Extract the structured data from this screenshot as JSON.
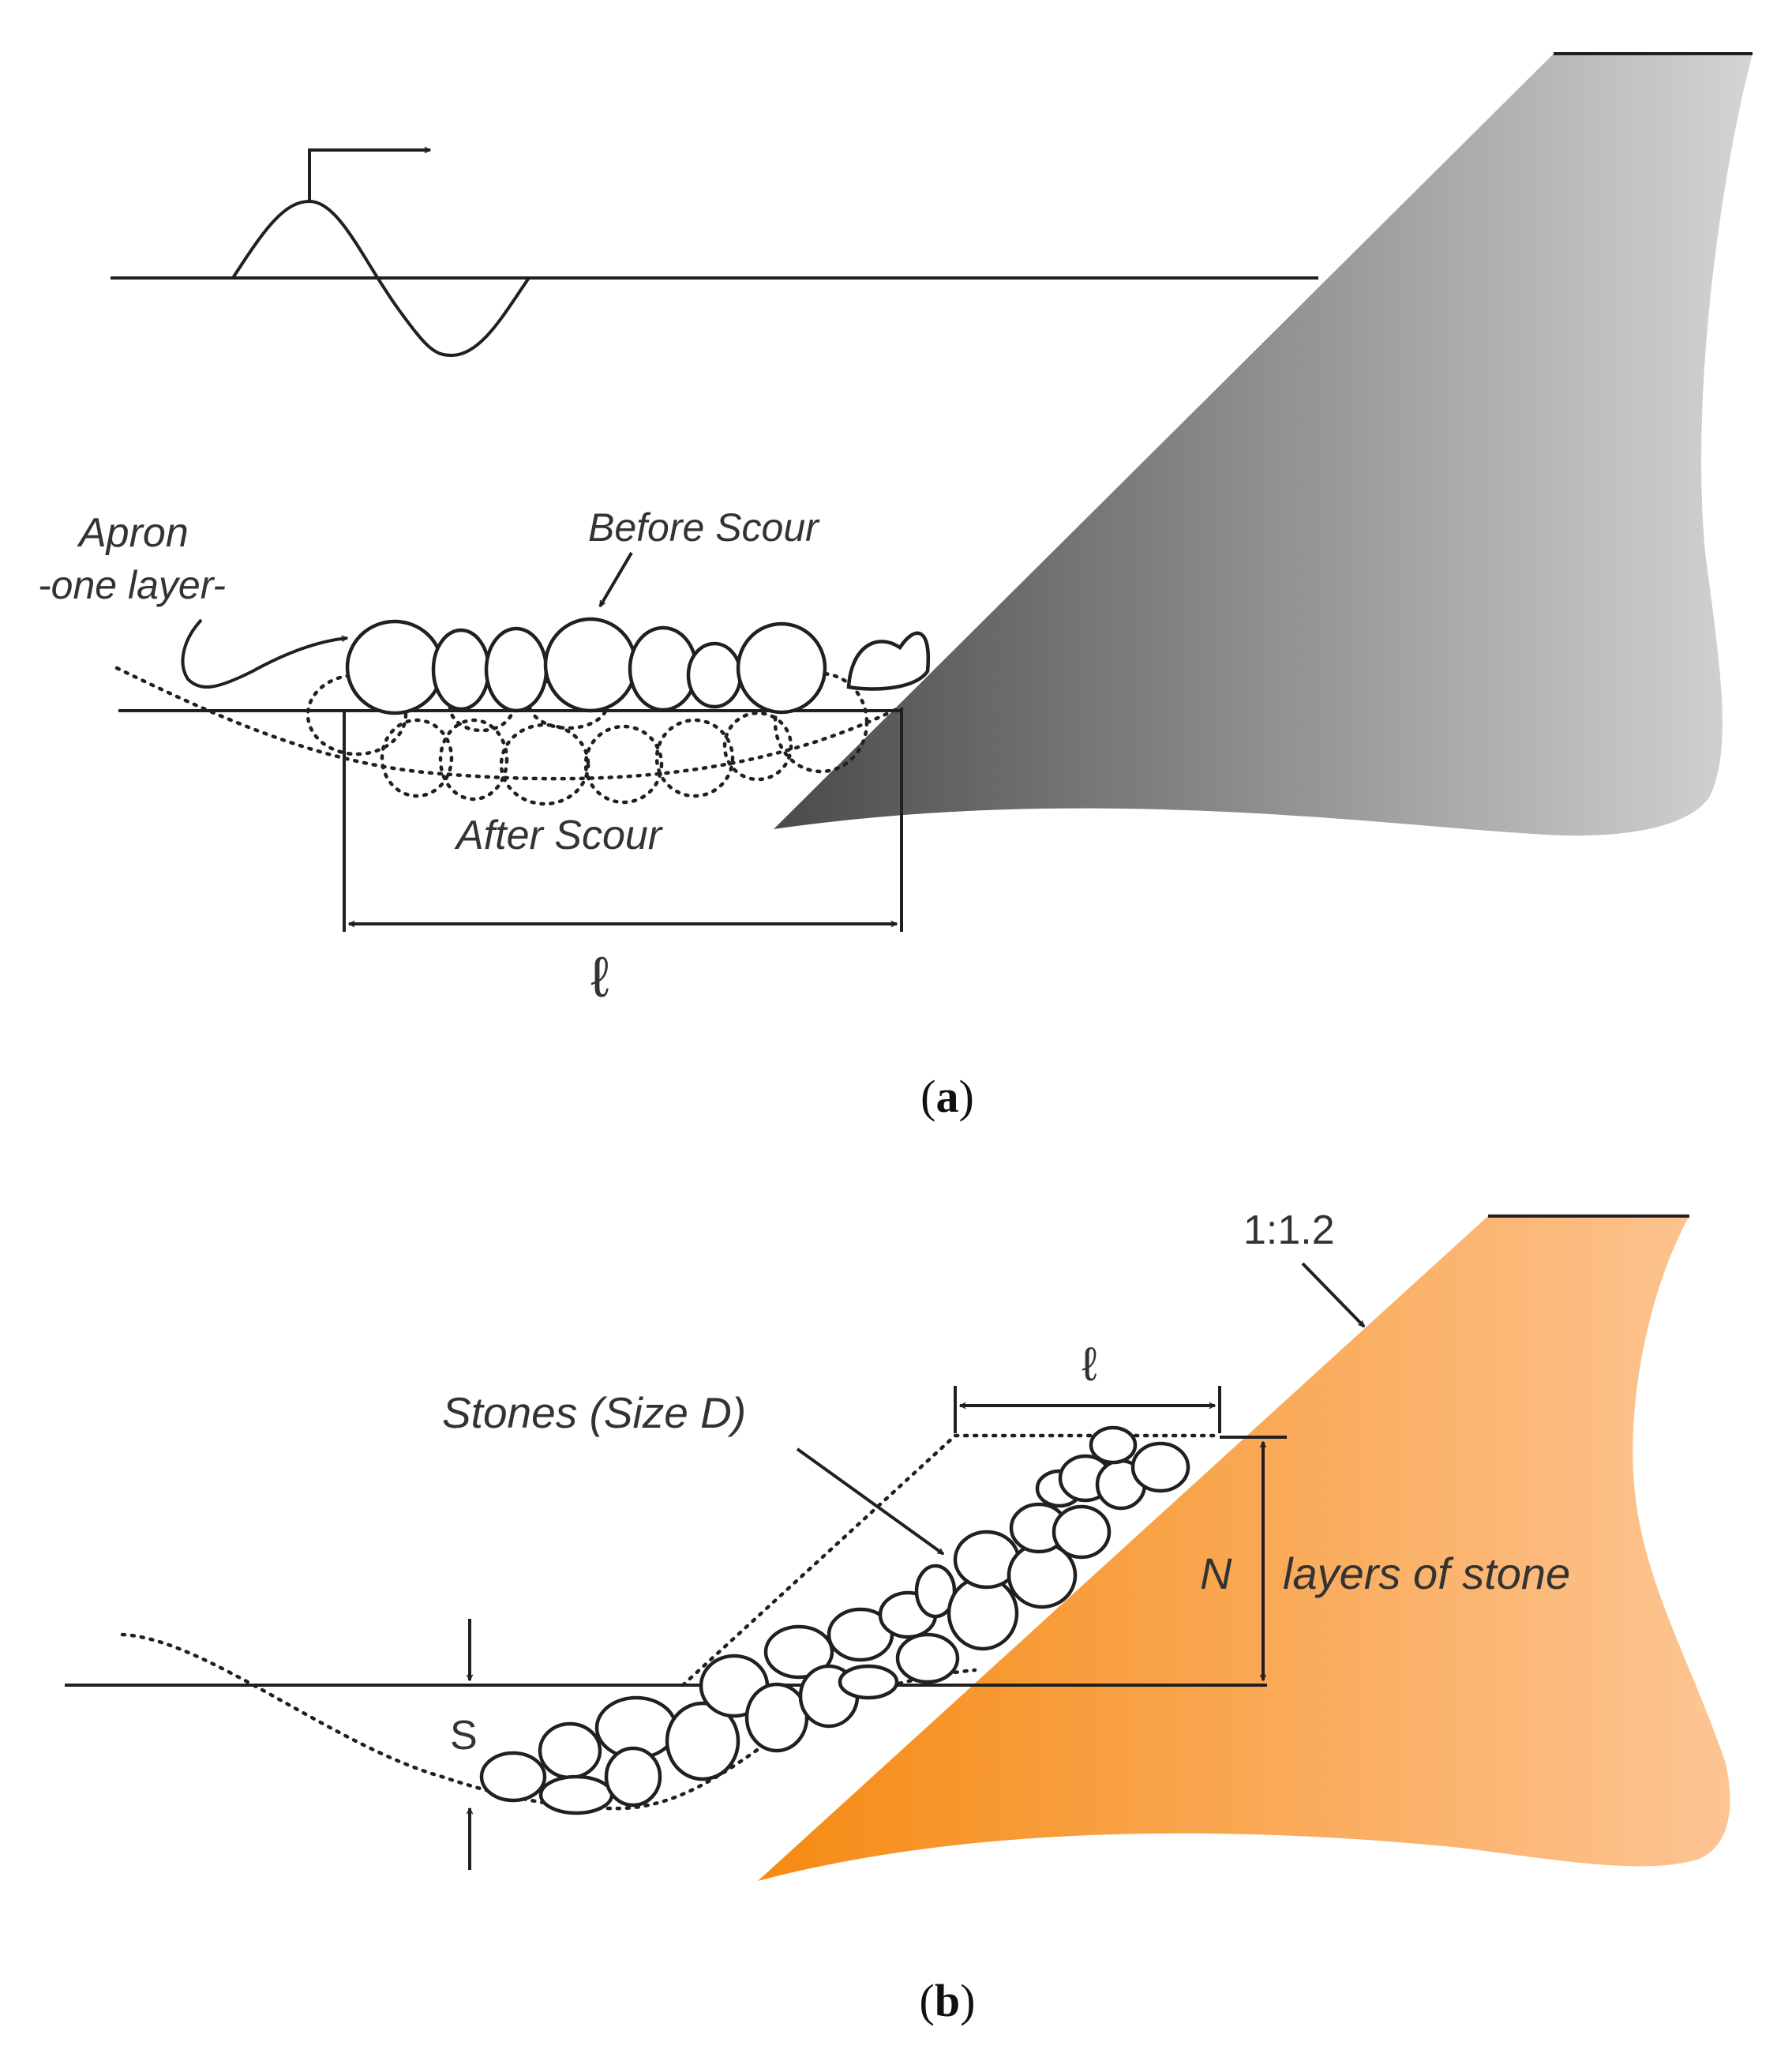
{
  "panel_a": {
    "label_apron": "Apron",
    "label_one_layer": "-one layer-",
    "label_before_scour": "Before Scour",
    "label_after_scour": "After Scour",
    "label_length": "ℓ",
    "caption_open": "(",
    "caption_letter": "a",
    "caption_close": ")"
  },
  "panel_b": {
    "label_slope": "1:1.2",
    "label_length": "ℓ",
    "label_stones": "Stones (Size D)",
    "label_n": "N",
    "label_layers": "layers of stone",
    "label_s": "S",
    "caption_open": "(",
    "caption_letter": "b",
    "caption_close": ")"
  },
  "colors": {
    "structure_a_dark": "#4a4a4a",
    "structure_a_light": "#d4d4d4",
    "structure_b_dark": "#f68a12",
    "structure_b_light": "#fdc594",
    "line": "#231f20"
  }
}
